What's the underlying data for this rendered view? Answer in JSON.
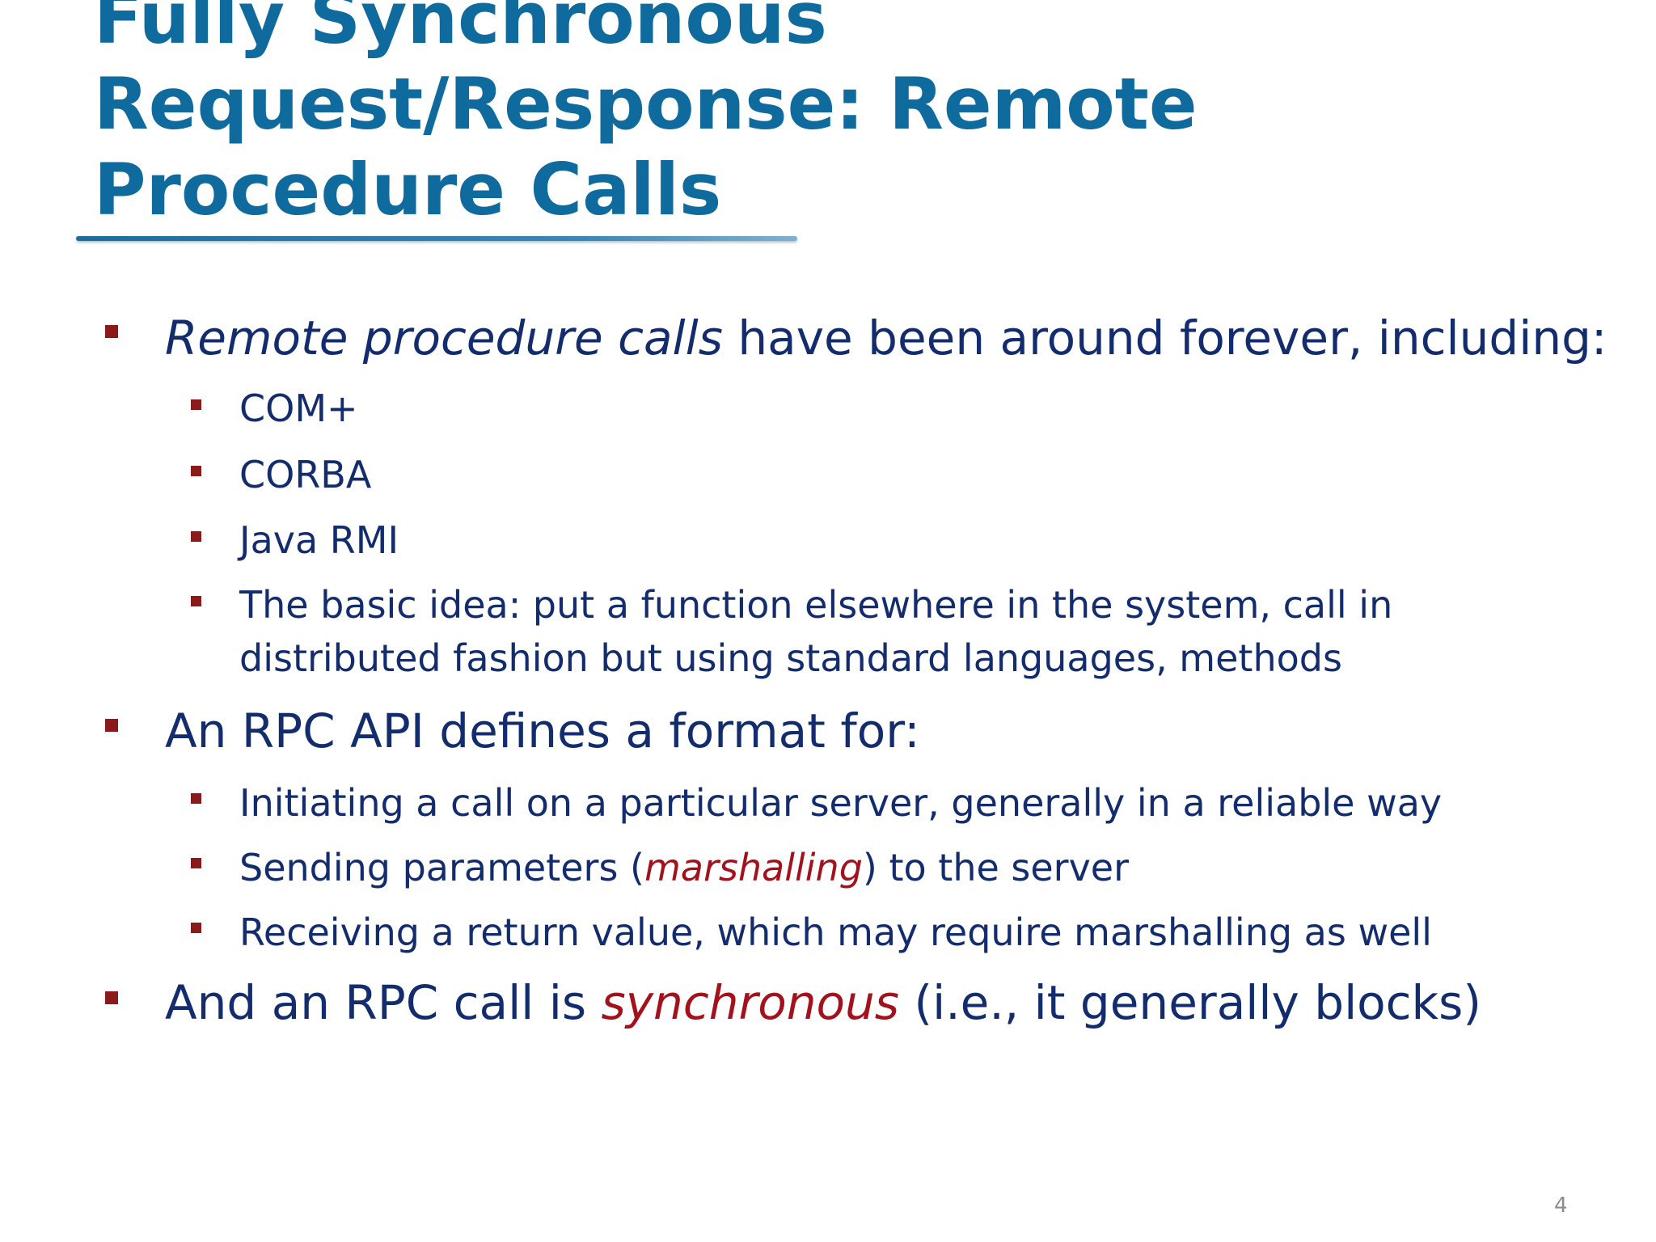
{
  "slide": {
    "title_lines": [
      "Fully Synchronous",
      "Request/Response:  Remote",
      "Procedure Calls"
    ],
    "bullet1": {
      "emph": "Remote procedure calls",
      "rest": " have been around forever, including:",
      "sub": [
        "COM+",
        "CORBA",
        "Java RMI"
      ],
      "sub4_line1": "The basic idea:  put a function elsewhere in the system, call in",
      "sub4_line2": "distributed fashion but using standard languages, methods"
    },
    "bullet2": {
      "text": "An RPC API defines a format for:",
      "sub1": "Initiating a call on a particular server, generally in a reliable way",
      "sub2_pre": "Sending parameters (",
      "sub2_emph": "marshalling",
      "sub2_post": ") to the server",
      "sub3": "Receiving a return value, which may require marshalling as well"
    },
    "bullet3": {
      "pre": "And an RPC call is ",
      "emph": "synchronous",
      "post": " (i.e., it generally blocks)"
    },
    "page_number": "4"
  },
  "colors": {
    "title": "#0f6a9e",
    "body_text": "#132c6e",
    "bullet_marker": "#8b1a1a",
    "emphasis_red": "#a3121c",
    "page_number": "#8c8c8c"
  }
}
